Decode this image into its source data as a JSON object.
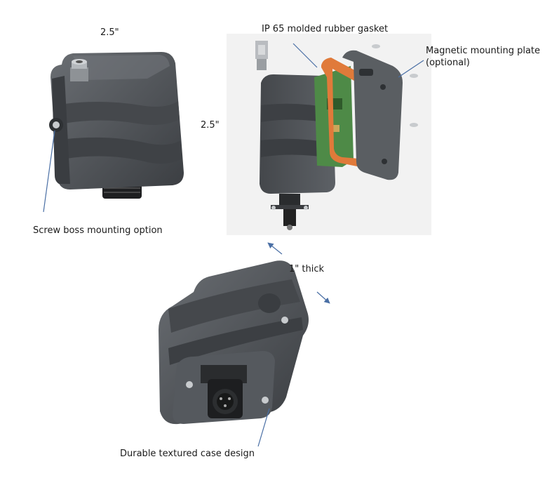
{
  "annotations": {
    "width_dim": "2.5\"",
    "height_dim": "2.5\"",
    "gasket": "IP 65 molded rubber gasket",
    "magnetic_line1": "Magnetic mounting plate",
    "magnetic_line2": "(optional)",
    "screw_boss": "Screw boss mounting option",
    "thickness": "1\" thick",
    "durable": "Durable textured case design"
  },
  "colors": {
    "case": "#505459",
    "case_dark": "#3b3e42",
    "case_light": "#6a6e73",
    "gasket": "#e07a3a",
    "pcb": "#4e8a47",
    "arrow": "#4a6fa5",
    "panel_bg": "#f2f2f2"
  },
  "icons": [
    "m12-connector-icon",
    "circular-connector-icon",
    "screw-icon"
  ]
}
